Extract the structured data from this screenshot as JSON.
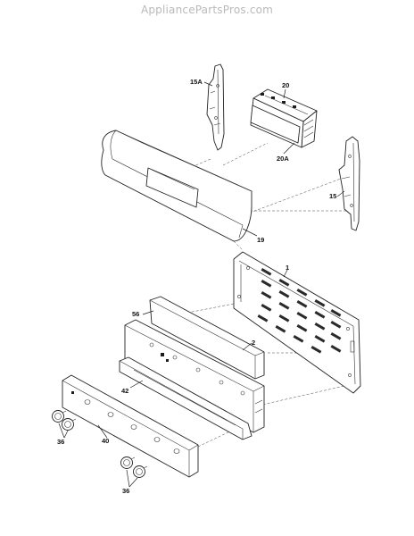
{
  "watermark": "AppliancePartsPros.com",
  "callouts": {
    "c15a": "15A",
    "c20": "20",
    "c20a": "20A",
    "c15": "15",
    "c19": "19",
    "c1": "1",
    "c56": "56",
    "c2": "2",
    "c42": "42",
    "c36_left": "36",
    "c40": "40",
    "c36_bottom": "36"
  }
}
